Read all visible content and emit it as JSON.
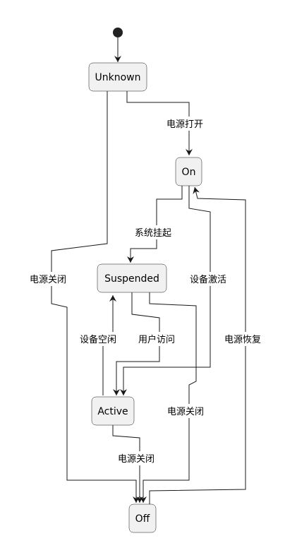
{
  "states": {
    "unknown": "Unknown",
    "on": "On",
    "suspended": "Suspended",
    "active": "Active",
    "off": "Off"
  },
  "transitions": {
    "unknown_to_on": "电源打开",
    "unknown_to_off": "电源关闭",
    "on_to_suspended": "系统挂起",
    "on_to_active": "设备激活",
    "active_to_suspended": "设备空闲",
    "suspended_to_active": "用户访问",
    "suspended_to_off": "电源关闭",
    "active_to_off": "电源关闭",
    "off_to_on": "电源恢复"
  },
  "colors": {
    "state_fill": "#f1f1f1",
    "line": "#181818",
    "initial_node": "#222222"
  }
}
